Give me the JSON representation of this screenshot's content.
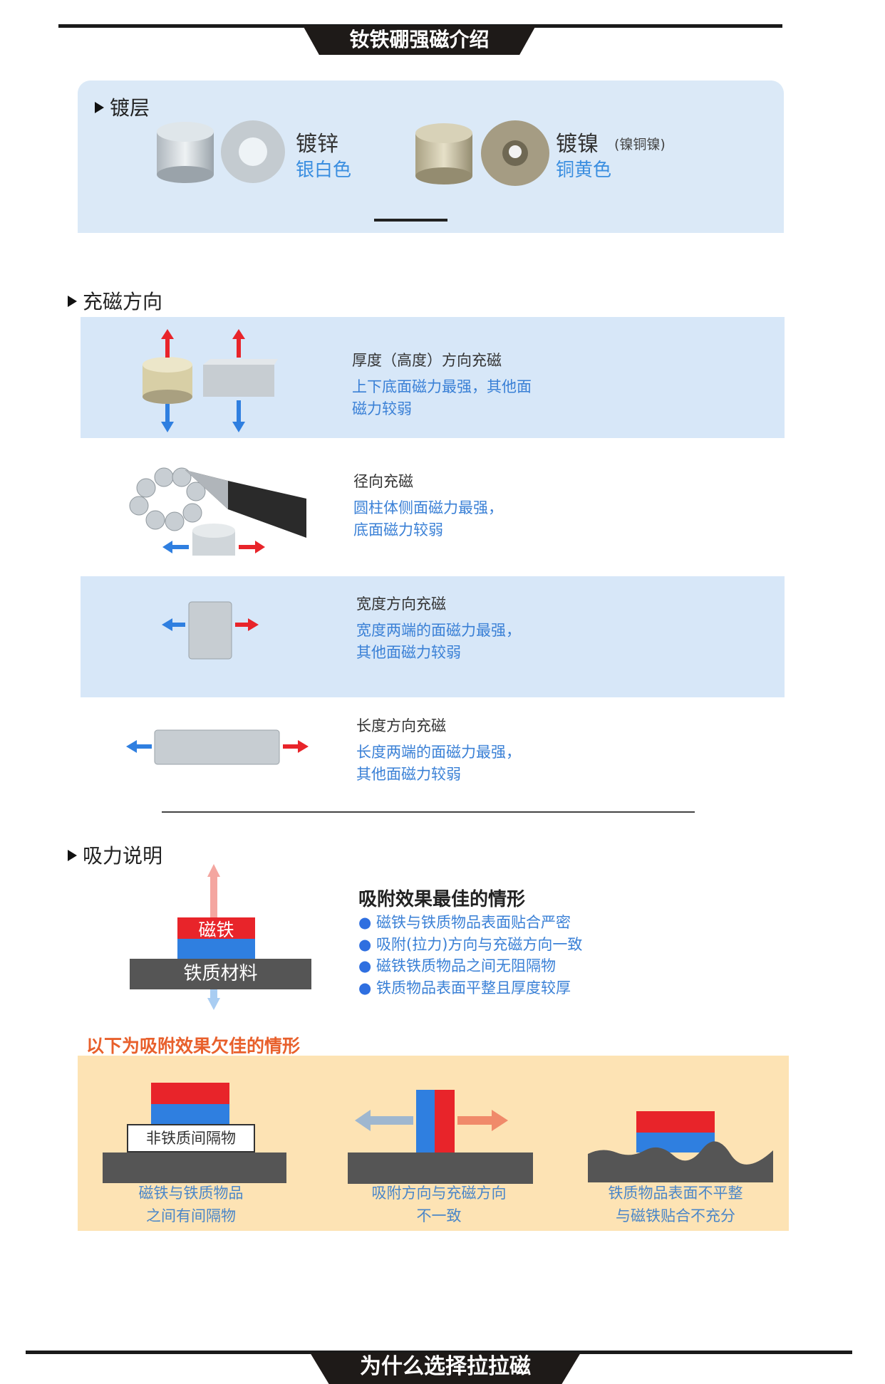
{
  "header": {
    "title": "钕铁硼强磁介绍"
  },
  "plating": {
    "heading": "镀层",
    "zinc": {
      "name": "镀锌",
      "color": "银白色"
    },
    "nickel": {
      "name": "镀镍",
      "note": "(镍铜镍)",
      "color": "铜黄色"
    }
  },
  "magnetization": {
    "heading": "充磁方向",
    "rows": [
      {
        "title": "厚度（高度）方向充磁",
        "lines": [
          "上下底面磁力最强，其他面",
          "磁力较弱"
        ]
      },
      {
        "title": "径向充磁",
        "lines": [
          "圆柱体侧面磁力最强，",
          "底面磁力较弱"
        ]
      },
      {
        "title": "宽度方向充磁",
        "lines": [
          "宽度两端的面磁力最强，",
          "其他面磁力较弱"
        ]
      },
      {
        "title": "长度方向充磁",
        "lines": [
          "长度两端的面磁力最强，",
          "其他面磁力较弱"
        ]
      }
    ]
  },
  "force": {
    "heading": "吸力说明",
    "magnet_label": "磁铁",
    "iron_label": "铁质材料",
    "best_title": "吸附效果最佳的情形",
    "best_items": [
      "磁铁与铁质物品表面贴合严密",
      "吸附(拉力)方向与充磁方向一致",
      "磁铁铁质物品之间无阻隔物",
      "铁质物品表面平整且厚度较厚"
    ],
    "poor_title": "以下为吸附效果欠佳的情形",
    "spacer_label": "非铁质间隔物",
    "poor_cases": [
      [
        "磁铁与铁质物品",
        "之间有间隔物"
      ],
      [
        "吸附方向与充磁方向",
        "不一致"
      ],
      [
        "铁质物品表面不平整",
        "与磁铁贴合不充分"
      ]
    ]
  },
  "footer": {
    "title": "为什么选择拉拉磁"
  },
  "colors": {
    "red": "#e8242a",
    "blue": "#2f7fe0",
    "orange": "#e8602c",
    "beige": "#fde3b4",
    "band": "#d7e7f8"
  }
}
